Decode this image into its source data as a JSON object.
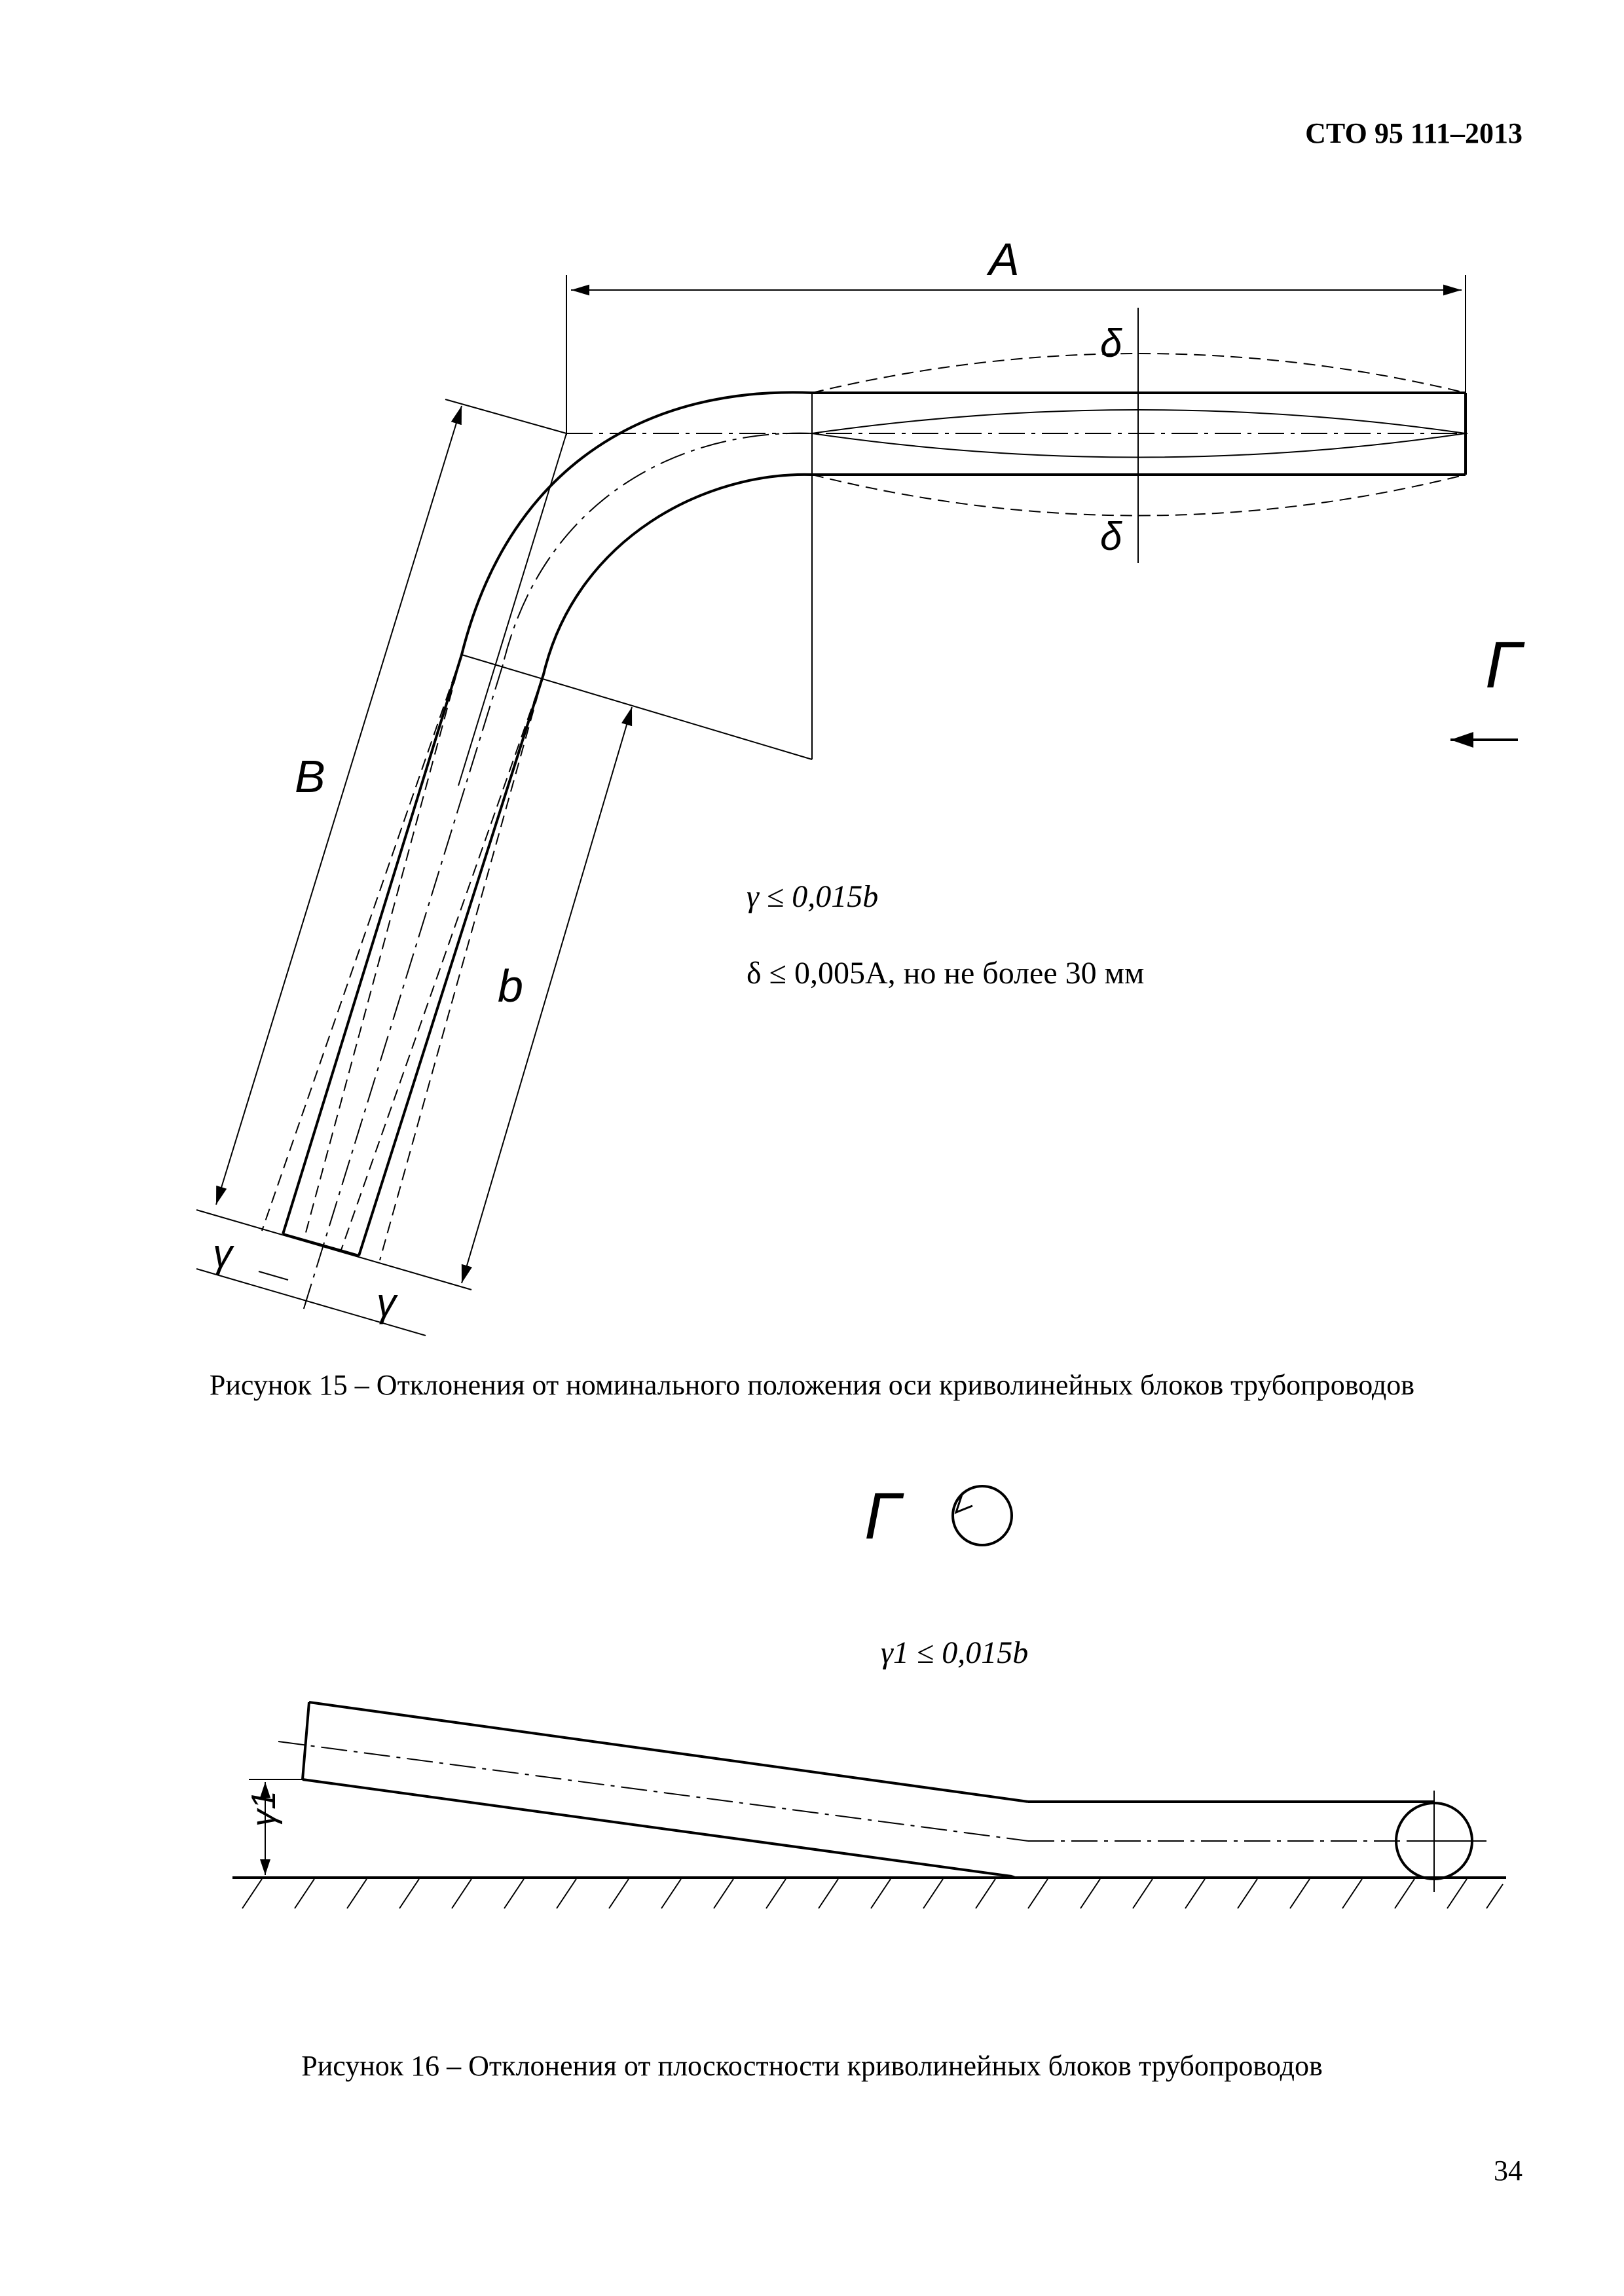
{
  "header": {
    "doc_code": "СТО 95 111–2013"
  },
  "figure15": {
    "labels": {
      "A": "A",
      "B": "B",
      "b": "b",
      "delta": "δ",
      "gamma": "γ",
      "view": "Г"
    },
    "formula_gamma": "γ ≤ 0,015b",
    "formula_delta": "δ ≤ 0,005A, но не более 30 мм",
    "caption": "Рисунок 15 – Отклонения от номинального положения оси криволинейных блоков трубопроводов"
  },
  "figure16": {
    "view_label": "Г",
    "formula_gamma1": "γ1 ≤ 0,015b",
    "gamma1_label": "γ1",
    "caption": "Рисунок 16 – Отклонения от плоскостности криволинейных блоков трубопроводов"
  },
  "footer": {
    "page_number": "34"
  }
}
